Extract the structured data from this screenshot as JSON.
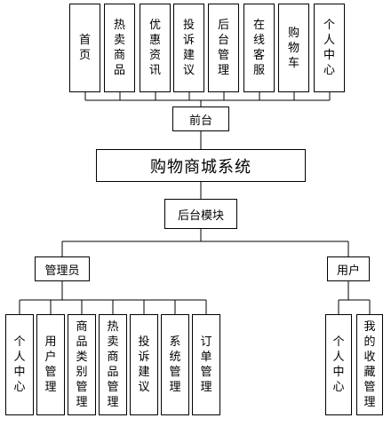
{
  "top_modules": [
    "首\n页",
    "热\n卖\n商\n品",
    "优\n惠\n资\n讯",
    "投\n诉\n建\n议",
    "后\n台\n管\n理",
    "在\n线\n客\n服",
    "购\n物\n车",
    "个\n人\n中\n心"
  ],
  "frontend": "前台",
  "system": "购物商城系统",
  "backend": "后台模块",
  "admin": "管理员",
  "user": "用户",
  "admin_modules": [
    "个\n人\n中\n心",
    "用\n户\n管\n理",
    "商\n品\n类\n别\n管\n理",
    "热\n卖\n商\n品\n管\n理",
    "投\n诉\n建\n议",
    "系\n统\n管\n理",
    "订\n单\n管\n理"
  ],
  "user_modules": [
    "个\n人\n中\n心",
    "我\n的\n收\n藏\n管\n理"
  ]
}
